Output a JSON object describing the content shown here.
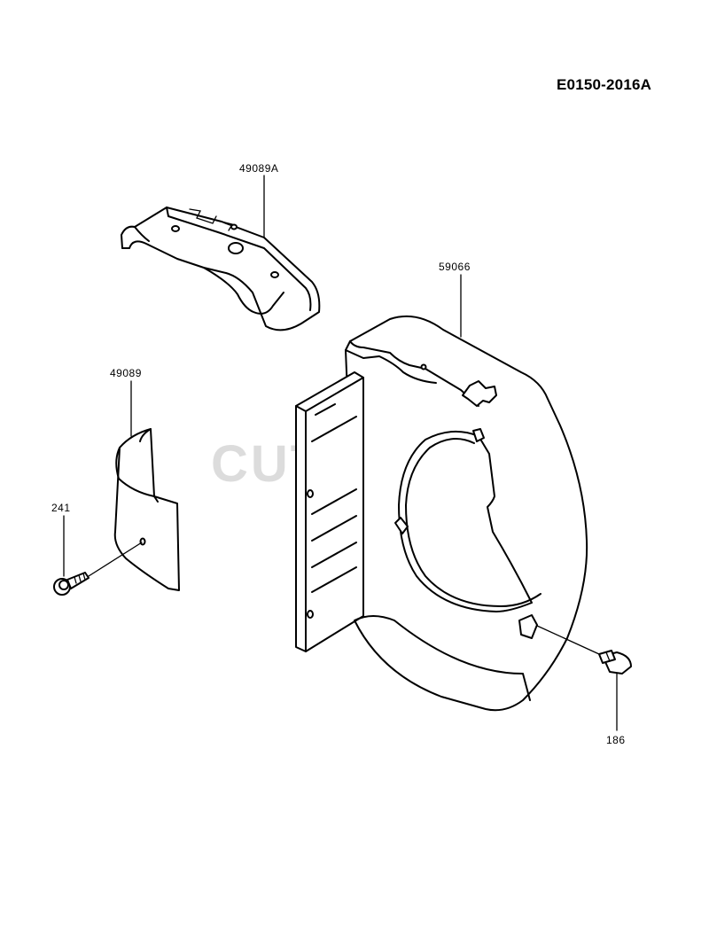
{
  "diagram": {
    "id": "E0150-2016A",
    "watermark": "CUTLER'S",
    "parts": [
      {
        "number": "49089A"
      },
      {
        "number": "59066"
      },
      {
        "number": "49089"
      },
      {
        "number": "241"
      },
      {
        "number": "186"
      }
    ]
  }
}
